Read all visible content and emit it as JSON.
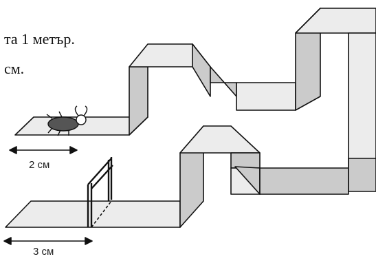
{
  "caption": {
    "line1": "та 1 метър.",
    "line2": "см."
  },
  "labels": {
    "upper_width": "2 см",
    "lower_width": "3 см"
  },
  "colors": {
    "top_face": "#ececec",
    "side_face": "#cbcbcb",
    "outline": "#111111"
  },
  "icons": {
    "beetle": "beetle-icon",
    "gate": "gate-icon"
  }
}
